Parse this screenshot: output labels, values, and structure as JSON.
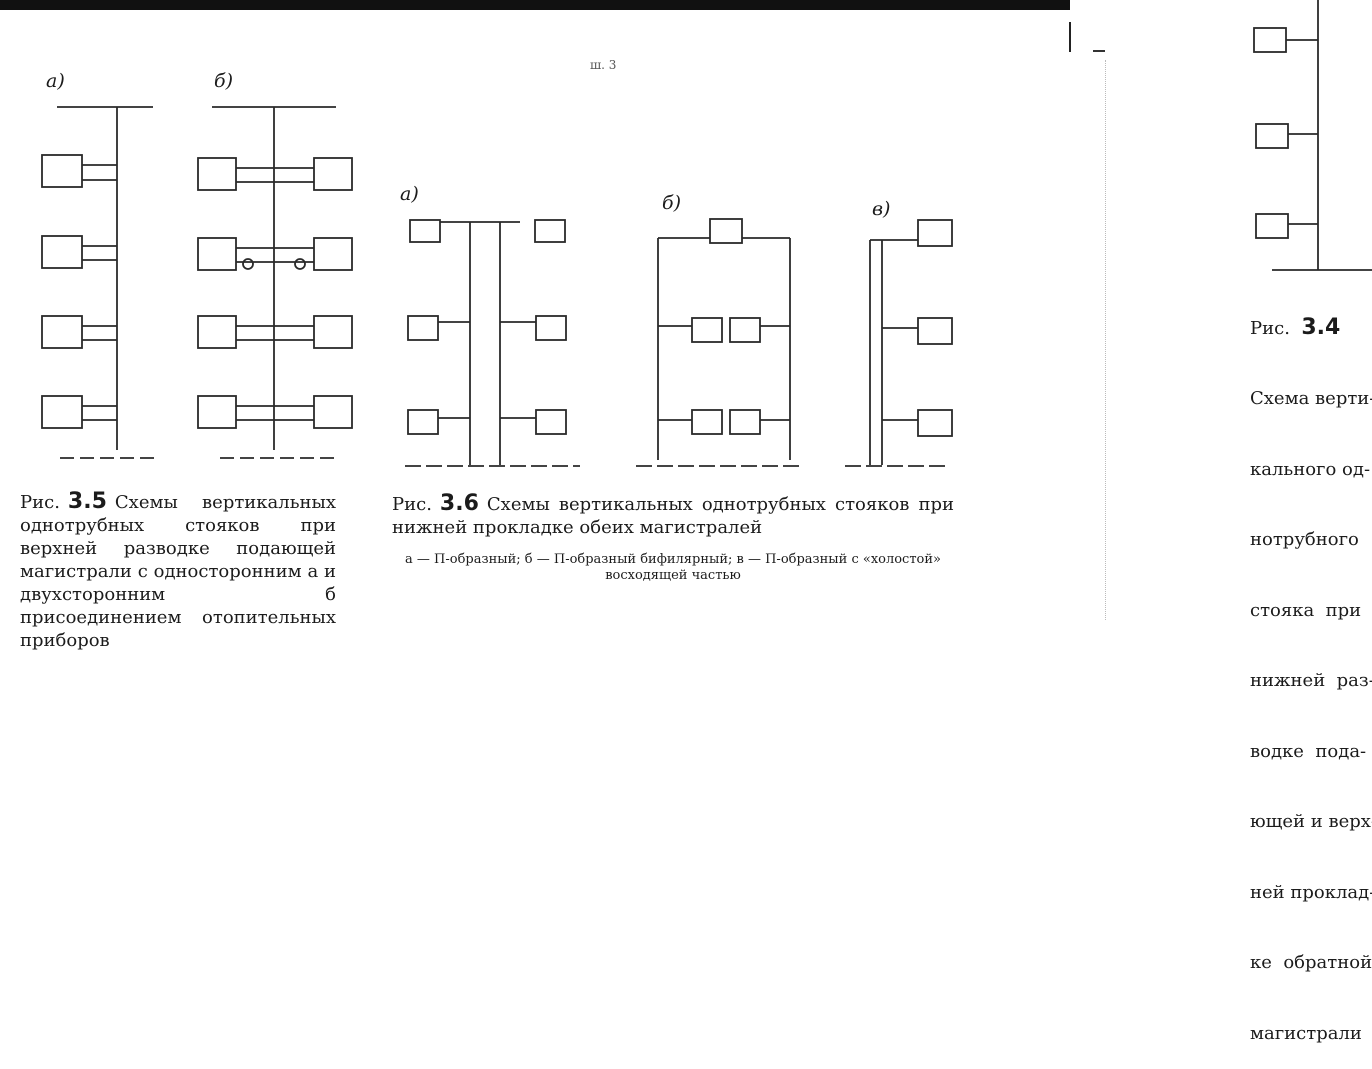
{
  "page_marks": {
    "top_center": "ш. 3"
  },
  "figure_3_5": {
    "label_a": "а)",
    "label_b": "б)",
    "prefix": "Рис.",
    "number": "3.5",
    "caption": "Схемы вертикальных однотрубных стояков при верхней разводке подающей магистрали с односторонним а и двухсторонним б присоединением отопительных приборов"
  },
  "figure_3_6": {
    "label_a": "а)",
    "label_b": "б)",
    "label_c": "в)",
    "prefix": "Рис.",
    "number": "3.6",
    "caption": "Схемы вертикальных однотрубных стояков при нижней прокладке обеих магистралей",
    "legend": "а — П-образный; б — П-образный бифилярный; в — П-образный с «холостой» восходящей частью"
  },
  "figure_3_4_fragment": {
    "prefix": "Рис.",
    "number": "3.4",
    "lines": [
      "Схема верти-",
      "кального од-",
      "нотрубного",
      "стояка  при",
      "нижней  раз-",
      "водке  пода-",
      "ющей и верх-",
      "ней проклад-",
      "ке  обратной",
      "магистрали"
    ]
  }
}
